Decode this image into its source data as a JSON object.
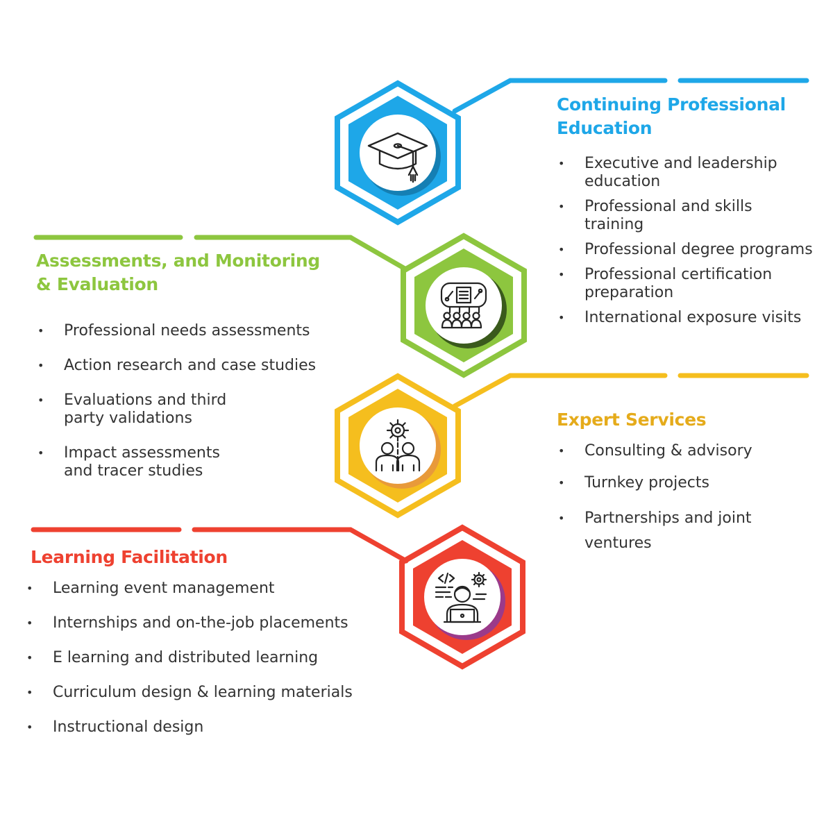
{
  "colors": {
    "blue": "#1ea7e8",
    "green": "#8dc63f",
    "yellow": "#f5be1e",
    "red": "#ee4130"
  },
  "sections": [
    {
      "id": "cpe",
      "icon": "graduation-cap-icon",
      "title_lines": [
        "Continuing Professional",
        "Education"
      ],
      "items": [
        "Executive and leadership education",
        "Professional and skills training",
        "Professional degree programs",
        "Professional certification preparation",
        "International exposure visits"
      ]
    },
    {
      "id": "ame",
      "icon": "presentation-board-audience-icon",
      "title_lines": [
        "Assessments, and Monitoring",
        "& Evaluation"
      ],
      "items": [
        "Professional needs assessments",
        "Action research and case studies",
        "Evaluations and third party validations",
        "Impact assessments and tracer studies"
      ]
    },
    {
      "id": "es",
      "icon": "team-gear-icon",
      "title_lines": [
        "Expert Services"
      ],
      "items": [
        "Consulting & advisory",
        "Turnkey projects",
        "Partnerships and joint ventures"
      ]
    },
    {
      "id": "lf",
      "icon": "developer-laptop-icon",
      "title_lines": [
        "Learning Facilitation"
      ],
      "items": [
        "Learning event management",
        "Internships and on-the-job placements",
        "E learning and distributed learning",
        "Curriculum design & learning materials",
        "Instructional design"
      ]
    }
  ]
}
